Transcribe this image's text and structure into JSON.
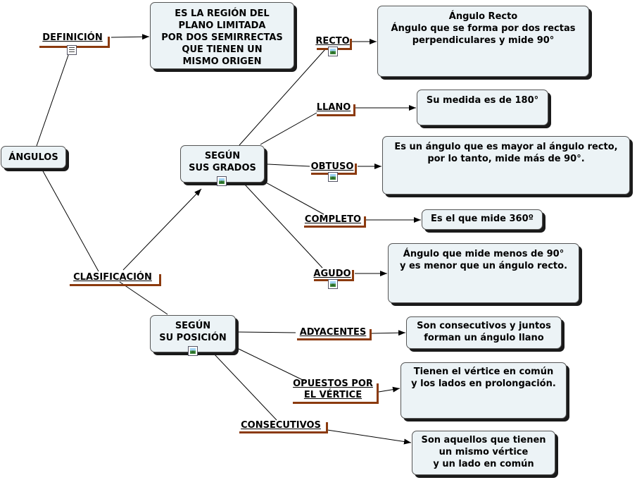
{
  "nodes": {
    "angulos": "ÁNGULOS",
    "definicion_text": "ES LA REGIÓN DEL\nPLANO LIMITADA\nPOR DOS SEMIRRECTAS\nQUE TIENEN UN\nMISMO ORIGEN",
    "segun_grados": "SEGÚN\nSUS GRADOS",
    "segun_posicion": "SEGÚN\nSU POSICIÓN",
    "recto_text": "Ángulo Recto\nÁngulo que se forma por dos rectas\nperpendiculares y mide 90°",
    "llano_text": "Su medida es de 180°",
    "obtuso_text": "Es un ángulo que es mayor al ángulo recto,\npor lo tanto, mide más de 90°.",
    "completo_text": "Es el que mide 360º",
    "agudo_text": "Ángulo que mide menos de 90°\ny es menor que un ángulo recto.",
    "adyacentes_text": "Son consecutivos y juntos\nforman un ángulo llano",
    "opuestos_text": "Tienen el vértice en común\ny los lados en prolongación.",
    "consecutivos_text": "Son aquellos que tienen\nun mismo vértice\ny un lado en común"
  },
  "links": {
    "definicion": "DEFINICIÓN",
    "clasificacion": "CLASIFICACIÓN",
    "recto": "RECTO",
    "llano": "LLANO",
    "obtuso": "OBTUSO",
    "completo": "COMPLETO",
    "agudo": "AGUDO",
    "adyacentes": "ADYACENTES",
    "opuestos": "OPUESTOS POR\nEL VÉRTICE",
    "consecutivos": "CONSECUTIVOS"
  },
  "icons": {
    "definicion": "document-icon",
    "recto": "image-icon",
    "obtuso": "image-icon",
    "agudo": "image-icon",
    "segun_grados": "image-icon",
    "segun_posicion": "image-icon"
  },
  "colors": {
    "node_fill": "#ecf3f6",
    "label_bar": "#8b3a0e",
    "line": "#000000"
  }
}
